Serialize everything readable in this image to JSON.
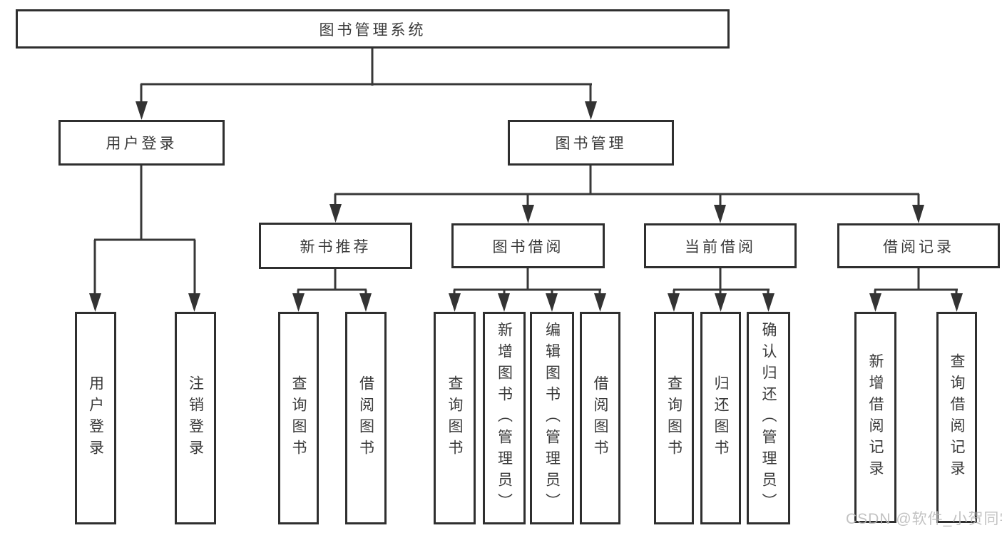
{
  "tree": {
    "root": {
      "label": "图书管理系统"
    },
    "branches": [
      {
        "label": "用户登录",
        "children": [
          {
            "label": "用户登录"
          },
          {
            "label": "注销登录"
          }
        ]
      },
      {
        "label": "图书管理",
        "children": [
          {
            "label": "新书推荐",
            "children": [
              {
                "label": "查询图书"
              },
              {
                "label": "借阅图书"
              }
            ]
          },
          {
            "label": "图书借阅",
            "children": [
              {
                "label": "查询图书"
              },
              {
                "label": "新增图书（管理员）"
              },
              {
                "label": "编辑图书（管理员）"
              },
              {
                "label": "借阅图书"
              }
            ]
          },
          {
            "label": "当前借阅",
            "children": [
              {
                "label": "查询图书"
              },
              {
                "label": "归还图书"
              },
              {
                "label": "确认归还（管理员）"
              }
            ]
          },
          {
            "label": "借阅记录",
            "children": [
              {
                "label": "新增借阅记录"
              },
              {
                "label": "查询借阅记录"
              }
            ]
          }
        ]
      }
    ]
  },
  "watermark": {
    "text": "CSDN @软件_小贺同学"
  },
  "colors": {
    "border": "#2f2f2f",
    "line": "#383838",
    "text": "#3a3a3a",
    "watermark": "#b9b9b9",
    "background": "#ffffff"
  }
}
